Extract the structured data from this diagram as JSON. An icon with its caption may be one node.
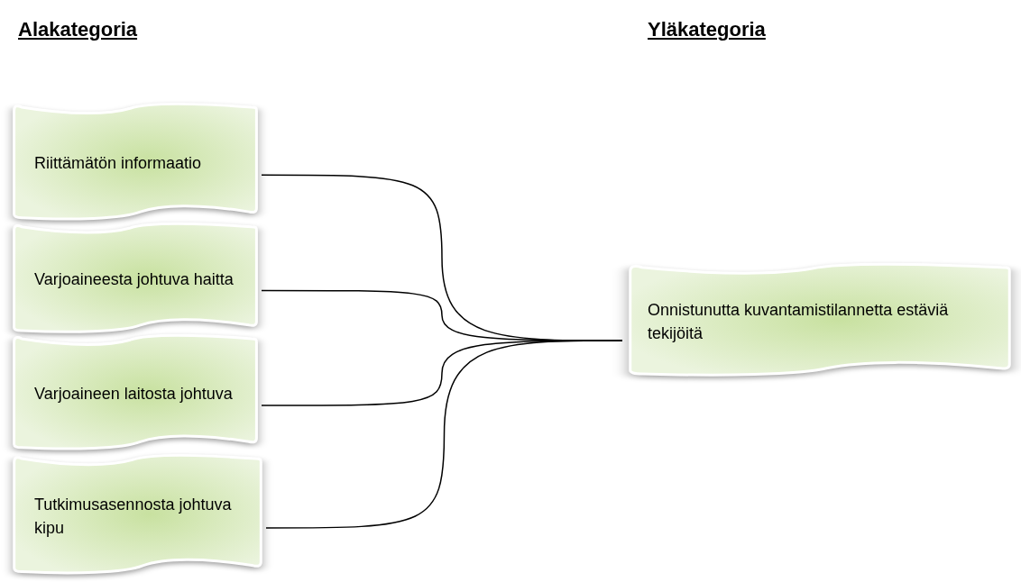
{
  "diagram": {
    "nodes": [
      {
        "text": [
          "Riittämätön informaatio"
        ]
      },
      {
        "text": [
          "Varjoaineesta johtuva haitta"
        ]
      },
      {
        "text": [
          "Varjoaineen laitosta johtuva"
        ]
      },
      {
        "text": [
          "Tutkimusasennosta johtuva kipu"
        ]
      },
      {
        "text": [
          "Onnistunutta kuvantamistilannetta estäviä tekijöitä"
        ]
      }
    ],
    "edges": [
      {
        "from": 0,
        "to": 4,
        "arrow": "none"
      },
      {
        "from": 1,
        "to": 4,
        "arrow": "none"
      },
      {
        "from": 2,
        "to": 4,
        "arrow": "none"
      },
      {
        "from": 3,
        "to": 4,
        "arrow": "none"
      }
    ],
    "labels": [
      "Alakategoria",
      "Yläkategoria"
    ]
  }
}
